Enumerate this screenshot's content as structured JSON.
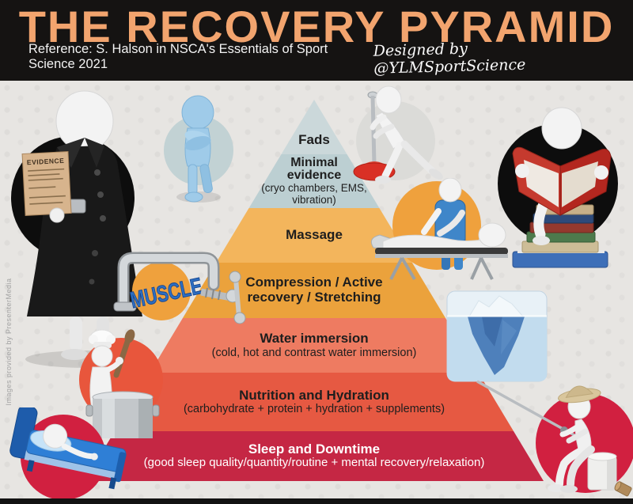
{
  "header": {
    "title": "THE RECOVERY PYRAMID",
    "reference": "Reference:  S. Halson in NSCA's Essentials of Sport Science 2021",
    "designed_by": "Designed by @YLMSportScience",
    "bg_color": "#151312",
    "title_color": "#f2a46e"
  },
  "watermark": "Images provided by PresenterMedia",
  "pyramid": {
    "levels": [
      {
        "id": "fads",
        "title": "Fads",
        "subtitle": "",
        "color": "#cbd8da",
        "text_color": "#1e1e1e"
      },
      {
        "id": "minimal-evidence",
        "title": "Minimal evidence",
        "subtitle": "(cryo chambers, EMS, vibration)",
        "color": "#bccfd2",
        "text_color": "#1e1e1e"
      },
      {
        "id": "massage",
        "title": "Massage",
        "subtitle": "",
        "color": "#f3b55c",
        "text_color": "#1e1e1e"
      },
      {
        "id": "compression-active-recovery",
        "title": "Compression / Active recovery / Stretching",
        "subtitle": "",
        "color": "#eba23c",
        "text_color": "#1e1e1e"
      },
      {
        "id": "water-immersion",
        "title": "Water immersion",
        "subtitle": "(cold, hot and contrast water immersion)",
        "color": "#ee7b61",
        "text_color": "#1e1e1e"
      },
      {
        "id": "nutrition-hydration",
        "title": "Nutrition and Hydration",
        "subtitle": "(carbohydrate + protein + hydration + supplements)",
        "color": "#e65942",
        "text_color": "#1e1e1e"
      },
      {
        "id": "sleep-downtime",
        "title": "Sleep and Downtime",
        "subtitle": "(good sleep quality/quantity/routine + mental recovery/relaxation)",
        "color": "#c52744",
        "text_color": "#ffffff"
      }
    ]
  },
  "illustrations": {
    "evidence_document_label": "EVIDENCE",
    "muscle_label": "MUSCLE"
  },
  "footer": {
    "bar_color": "#121212"
  }
}
